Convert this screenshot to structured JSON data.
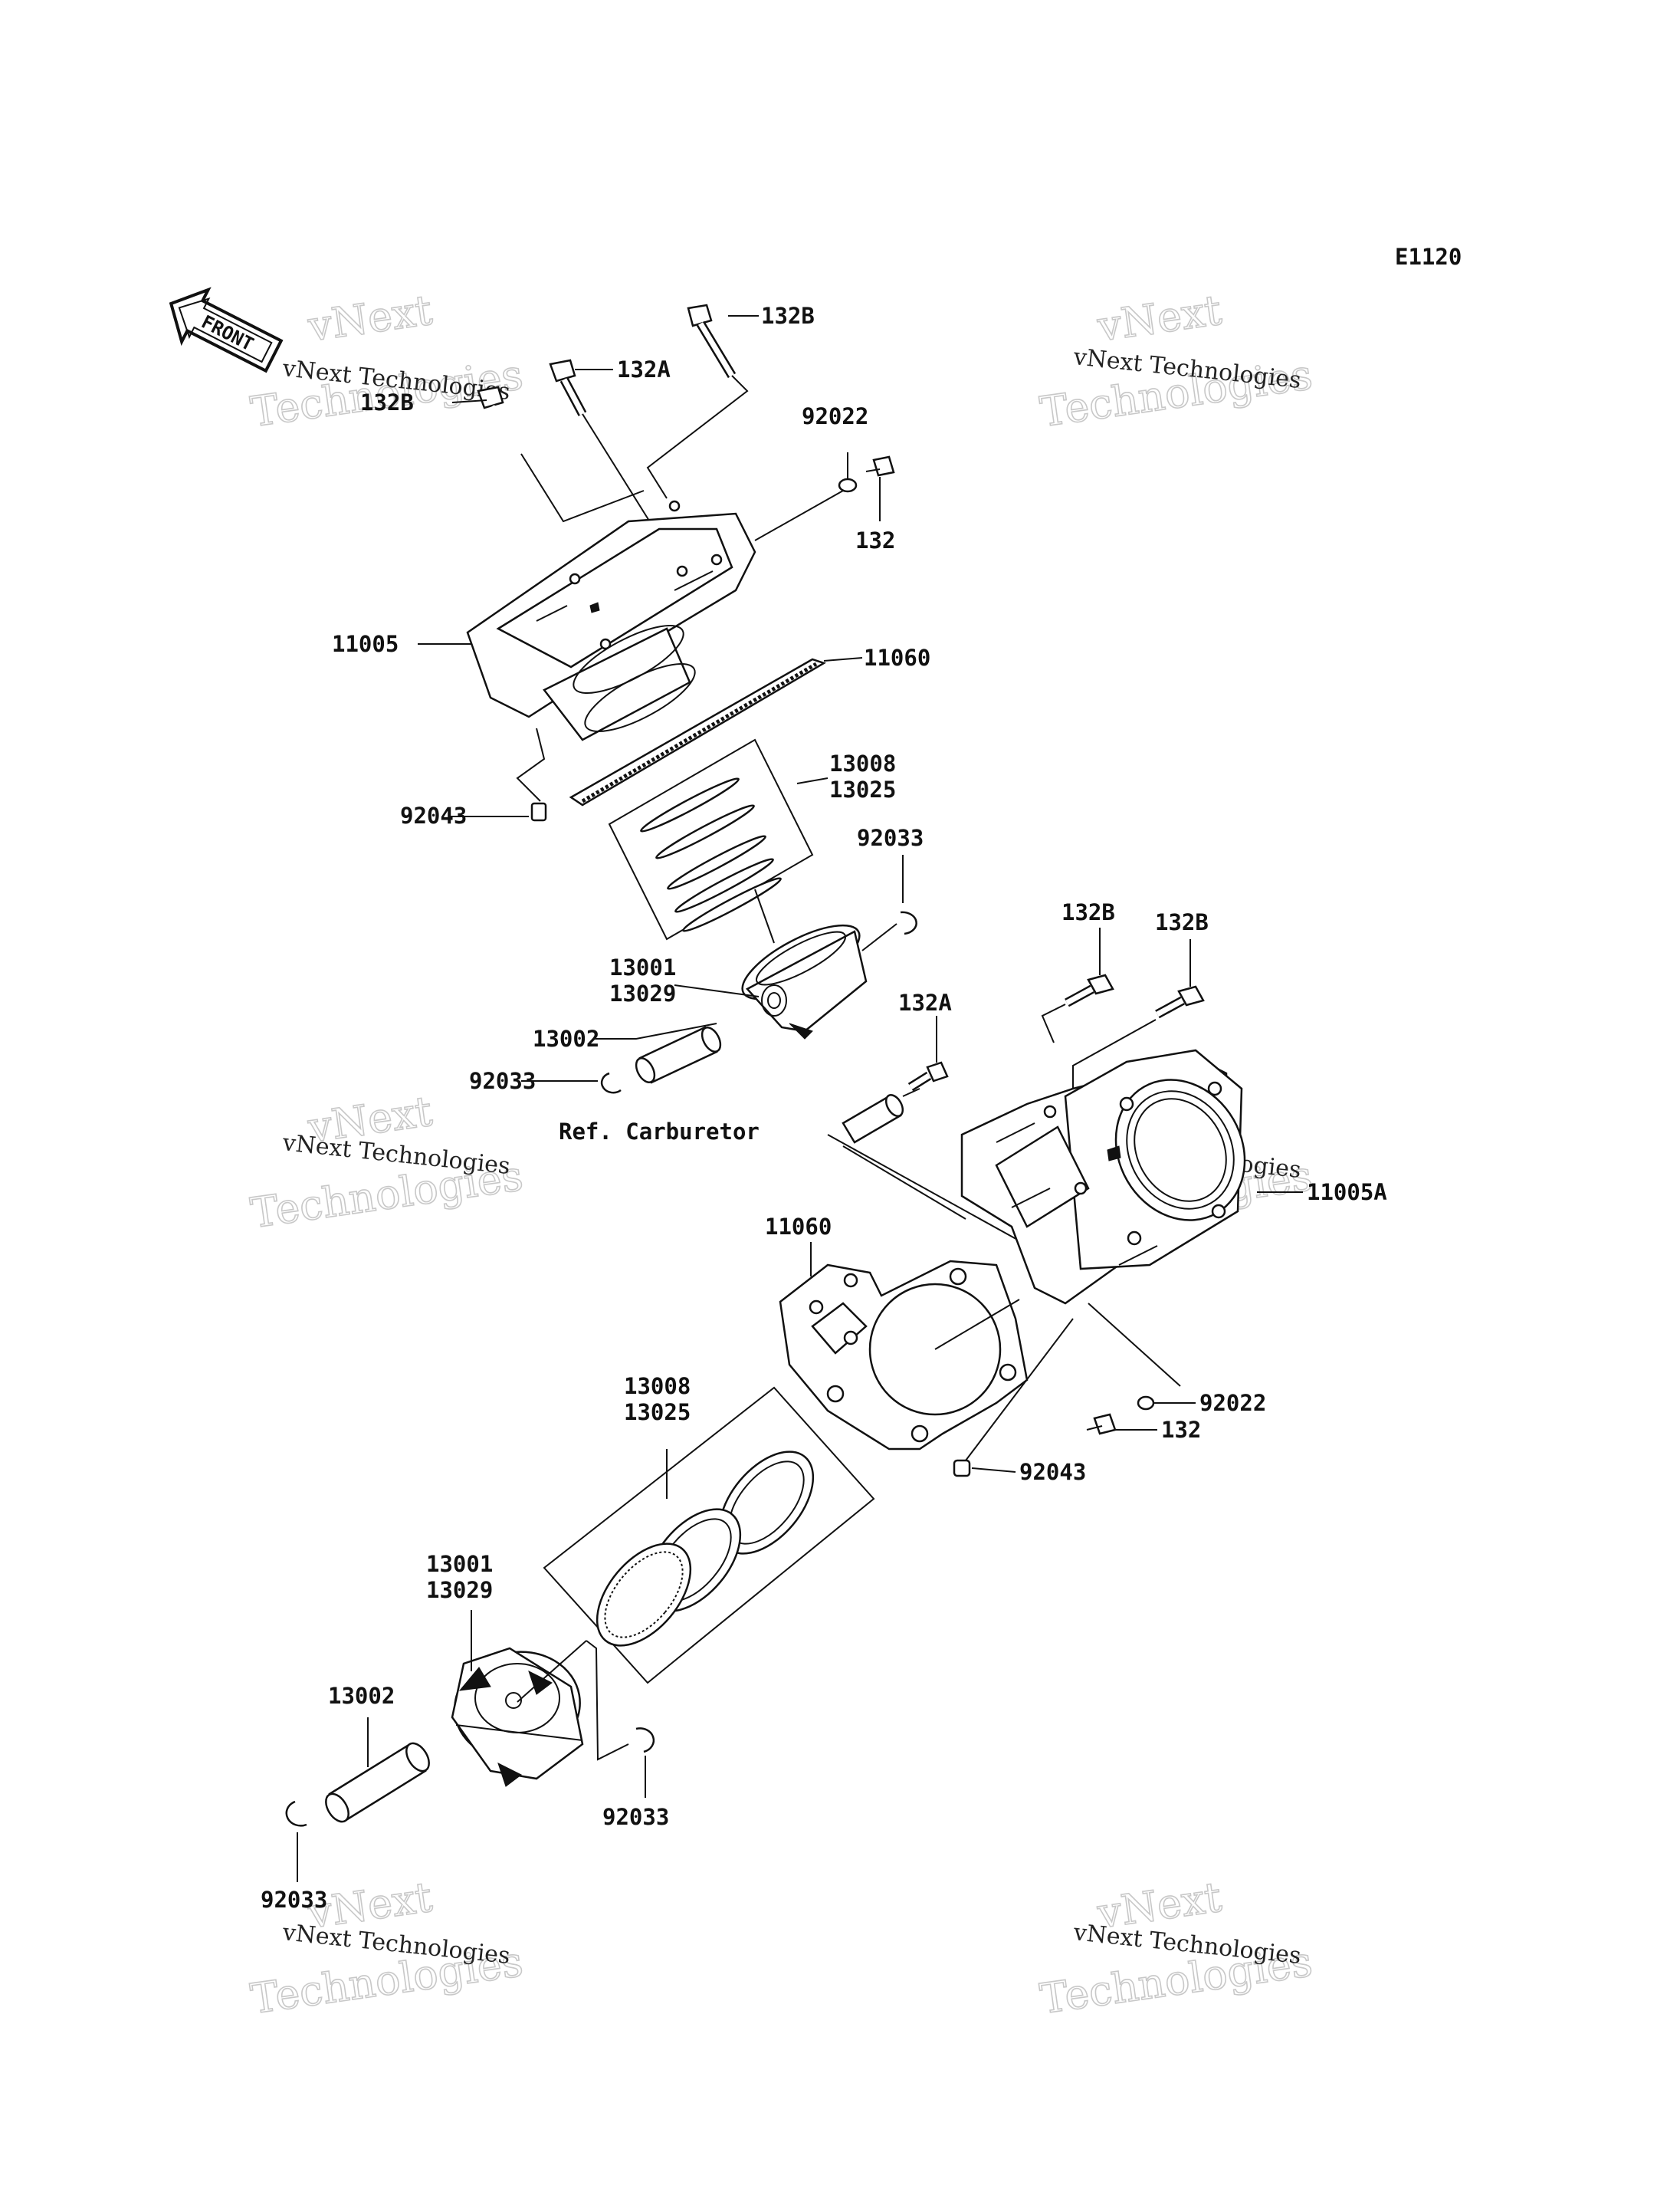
{
  "diagram_code": "E1120",
  "front_arrow_label": "FRONT",
  "watermark": {
    "line1": "vNext Technologies",
    "line2": "vNext",
    "line3": "Technologies"
  },
  "upper_cylinder": {
    "bolt_132B_left": "132B",
    "bolt_132A": "132A",
    "bolt_132B_right": "132B",
    "washer_92022": "92022",
    "bolt_132": "132",
    "cylinder_11005": "11005",
    "gasket_11060": "11060",
    "dowel_92043": "92043",
    "rings_13008": "13008",
    "rings_13025": "13025",
    "circlip_92033_right": "92033",
    "piston_13001": "13001",
    "piston_13029": "13029",
    "pin_13002": "13002",
    "circlip_92033_left": "92033"
  },
  "lower_cylinder": {
    "bolt_132B_a": "132B",
    "bolt_132B_b": "132B",
    "bolt_132A": "132A",
    "ref_carburetor": "Ref. Carburetor",
    "cylinder_11005A": "11005A",
    "gasket_11060": "11060",
    "washer_92022": "92022",
    "bolt_132": "132",
    "dowel_92043": "92043",
    "rings_13008": "13008",
    "rings_13025": "13025",
    "piston_13001": "13001",
    "piston_13029": "13029",
    "pin_13002": "13002",
    "circlip_92033_right": "92033",
    "circlip_92033_left": "92033"
  }
}
